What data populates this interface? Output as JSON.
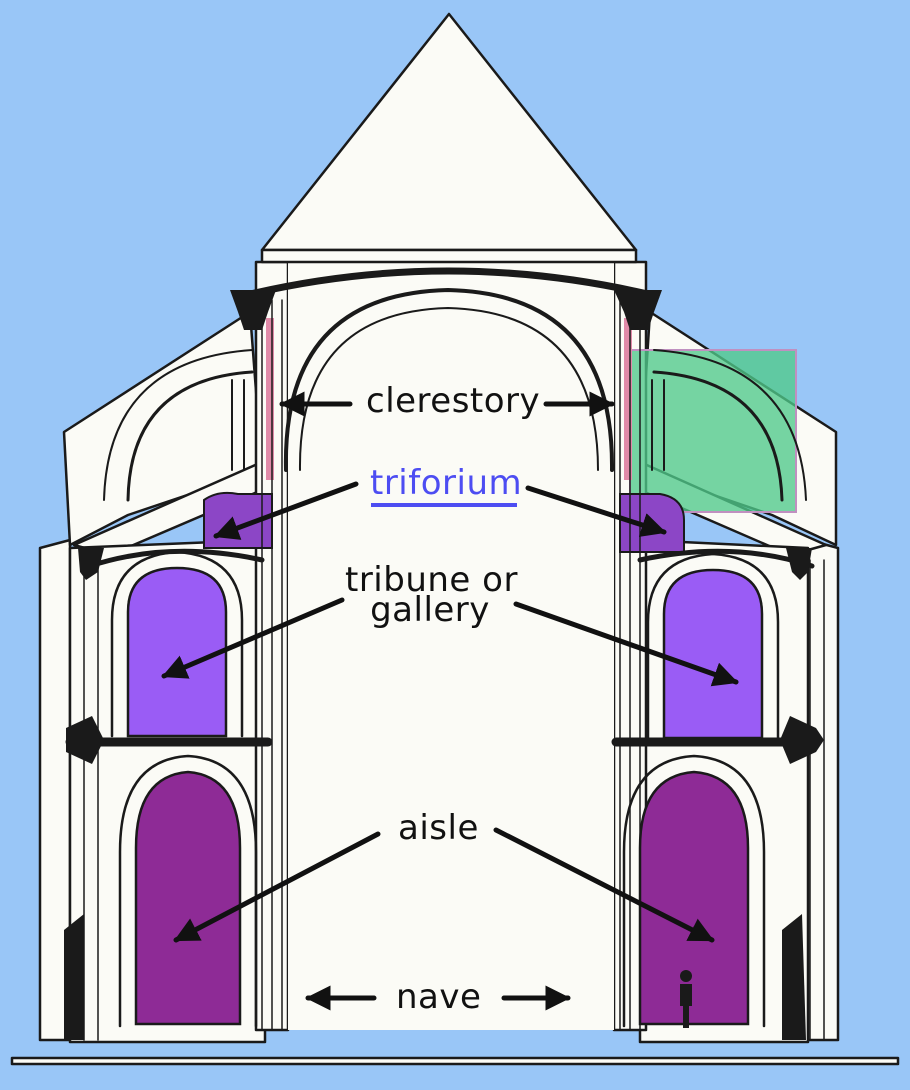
{
  "diagram": {
    "labels": {
      "clerestory": "clerestory",
      "triforium": "triforium",
      "tribune_line1": "tribune or",
      "tribune_line2": "gallery",
      "aisle": "aisle",
      "nave": "nave"
    },
    "colors": {
      "background": "#99c6f7",
      "paper": "#fbfbf6",
      "ink": "#1a1a1a",
      "tribune": "#9a5cf5",
      "triforium": "#8c46c6",
      "aisle": "#8e2b96",
      "clerestory_highlight": "#4fc98a",
      "clerestory_strip": "#e08aa8",
      "link": "#4d4df2"
    }
  }
}
